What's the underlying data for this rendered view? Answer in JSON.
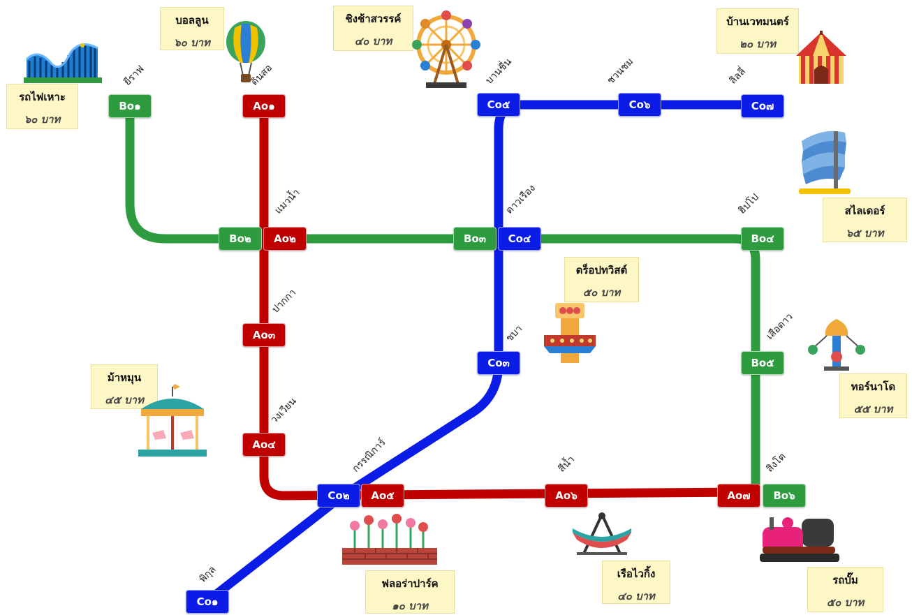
{
  "colors": {
    "lineA": "#c00000",
    "lineB": "#2e9b3e",
    "lineC": "#0a1ce6",
    "card": "#fdf7c6"
  },
  "stations": {
    "A01": {
      "code": "Ao๑",
      "name": "ดินสอ"
    },
    "A02": {
      "code": "Ao๒",
      "name": "แมวน้ำ"
    },
    "A03": {
      "code": "Ao๓",
      "name": "ปากกา"
    },
    "A04": {
      "code": "Ao๔",
      "name": "วงเวียน"
    },
    "A05": {
      "code": "Ao๕",
      "name": "กรรณิการ์"
    },
    "A06": {
      "code": "Ao๖",
      "name": "สีน้ำ"
    },
    "A07": {
      "code": "Ao๗",
      "name": "สิงโต"
    },
    "B01": {
      "code": "Bo๑",
      "name": "ยีราฟ"
    },
    "B02": {
      "code": "Bo๒"
    },
    "B03": {
      "code": "Bo๓"
    },
    "B04": {
      "code": "Bo๔",
      "name": "ฮิปโป"
    },
    "B05": {
      "code": "Bo๕",
      "name": "เสือดาว"
    },
    "B06": {
      "code": "Bo๖"
    },
    "C01": {
      "code": "Co๑",
      "name": "พิกุล"
    },
    "C02": {
      "code": "Co๒"
    },
    "C03": {
      "code": "Co๓",
      "name": "ชบา"
    },
    "C04": {
      "code": "Co๔",
      "name": "ดาวเรือง"
    },
    "C05": {
      "code": "Co๕",
      "name": "บานชื่น"
    },
    "C06": {
      "code": "Co๖",
      "name": "ชวนชม"
    },
    "C07": {
      "code": "Co๗",
      "name": "ลิลลี่"
    }
  },
  "rides": {
    "coaster": {
      "name": "รถไฟเหาะ",
      "price": "๖๐ บาท",
      "icon": "roller-coaster-icon"
    },
    "balloon": {
      "name": "บอลลูน",
      "price": "๖๐ บาท",
      "icon": "hot-air-balloon-icon"
    },
    "ferris": {
      "name": "ชิงช้าสวรรค์",
      "price": "๔๐ บาท",
      "icon": "ferris-wheel-icon"
    },
    "magic": {
      "name": "บ้านเวทมนตร์",
      "price": "๒๐ บาท",
      "icon": "circus-tent-icon"
    },
    "slider": {
      "name": "สไลเดอร์",
      "price": "๖๕ บาท",
      "icon": "water-slide-icon"
    },
    "droptwist": {
      "name": "ดร็อปทวิสต์",
      "price": "๕๐ บาท",
      "icon": "drop-tower-icon"
    },
    "tornado": {
      "name": "ทอร์นาโด",
      "price": "๕๕ บาท",
      "icon": "swing-ride-icon"
    },
    "carousel": {
      "name": "ม้าหมุน",
      "price": "๔๕ บาท",
      "icon": "carousel-icon"
    },
    "flora": {
      "name": "ฟลอร่าปาร์ค",
      "price": "๑๐ บาท",
      "icon": "flower-garden-icon"
    },
    "viking": {
      "name": "เรือไวกิ้ง",
      "price": "๔๐ บาท",
      "icon": "pirate-ship-icon"
    },
    "bumper": {
      "name": "รถบั๊ม",
      "price": "๕๐ บาท",
      "icon": "bumper-car-icon"
    }
  }
}
